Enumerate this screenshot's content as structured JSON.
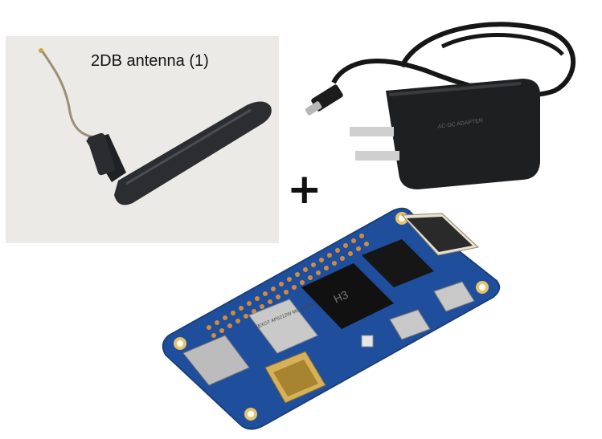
{
  "antenna": {
    "caption": "2DB antenna (1)"
  },
  "separator": {
    "symbol": "+"
  },
  "adapter": {
    "label": "AC-DC ADAPTER"
  },
  "board": {
    "soc_label": "H3",
    "wifi_module_label": "KEXOT AP6212W MC 220HS"
  }
}
